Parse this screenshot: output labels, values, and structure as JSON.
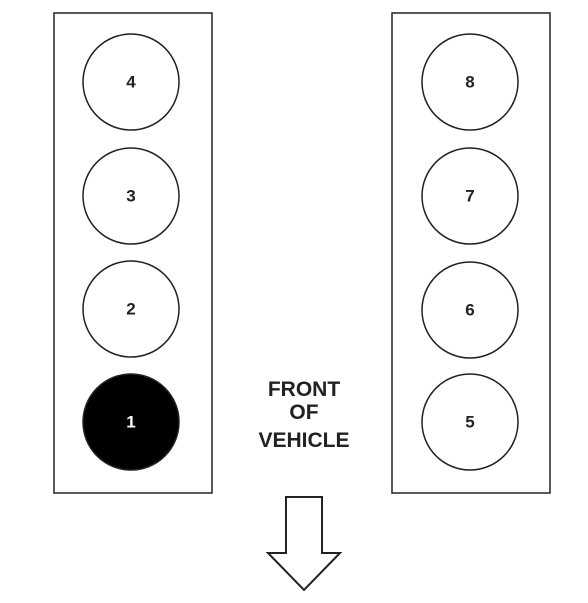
{
  "colors": {
    "stroke": "#222222",
    "fill_default": "#ffffff",
    "fill_highlight": "#000000",
    "text_default": "#222222",
    "text_highlight": "#ffffff"
  },
  "left_bank": {
    "cylinders": [
      {
        "number": "4",
        "highlighted": false
      },
      {
        "number": "3",
        "highlighted": false
      },
      {
        "number": "2",
        "highlighted": false
      },
      {
        "number": "1",
        "highlighted": true
      }
    ]
  },
  "right_bank": {
    "cylinders": [
      {
        "number": "8",
        "highlighted": false
      },
      {
        "number": "7",
        "highlighted": false
      },
      {
        "number": "6",
        "highlighted": false
      },
      {
        "number": "5",
        "highlighted": false
      }
    ]
  },
  "front_label": {
    "line1": "FRONT",
    "line2": "OF",
    "line3": "VEHICLE"
  },
  "arrow": {
    "direction": "down"
  }
}
